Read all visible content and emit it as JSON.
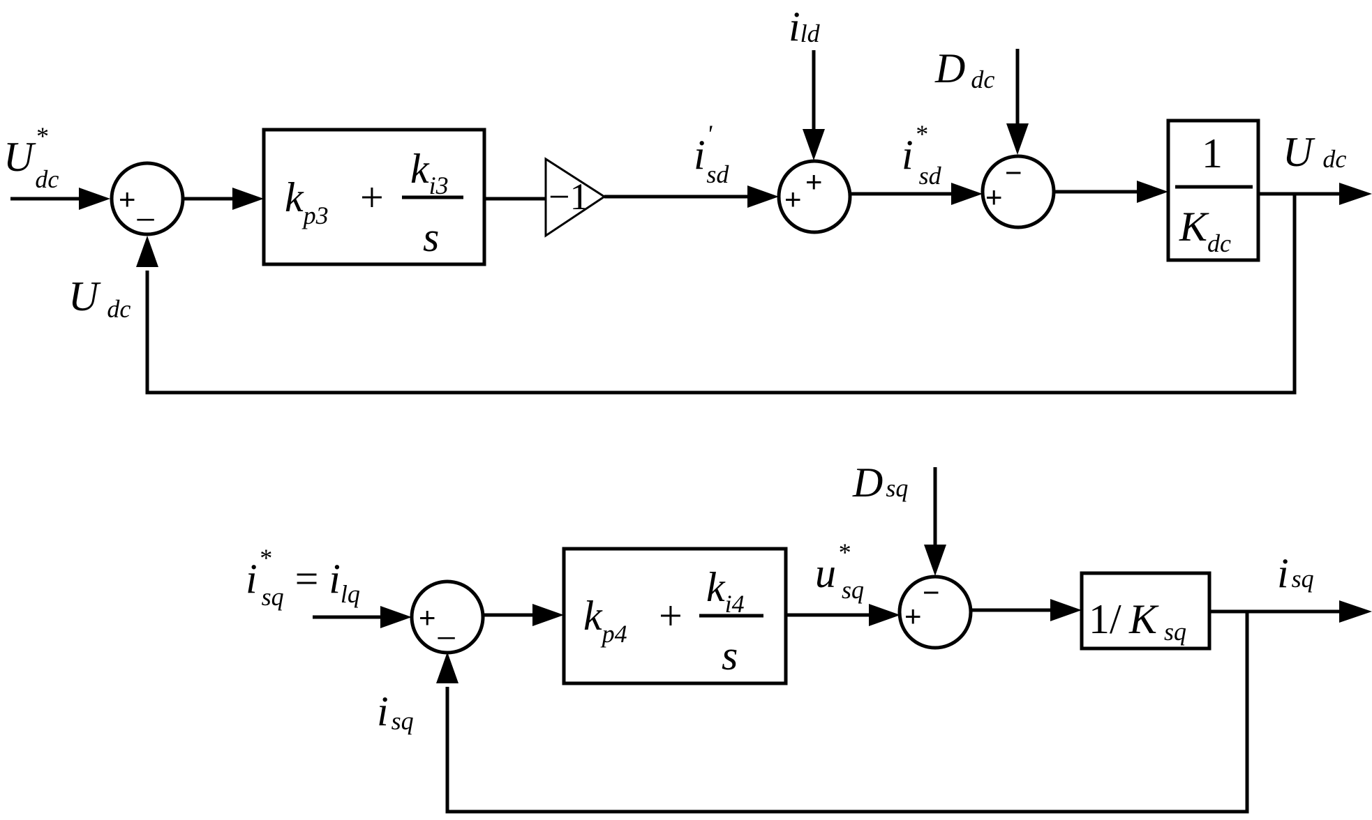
{
  "top_loop": {
    "input": {
      "main": "U",
      "sup": "*",
      "sub": "dc"
    },
    "feedback": {
      "main": "U",
      "sub": "dc"
    },
    "sum1": {
      "plus": "+",
      "minus": "_"
    },
    "controller": {
      "kp": "k",
      "kp_sub": "p3",
      "plus": "+",
      "ki": "k",
      "ki_sub": "i3",
      "den": "s"
    },
    "gain": "−1",
    "isd_prime": {
      "main": "i",
      "sup": "'",
      "sub": "sd"
    },
    "ild": {
      "main": "i",
      "sub": "ld"
    },
    "sum2": {
      "top": "+",
      "left": "+"
    },
    "isd_star": {
      "main": "i",
      "sup": "*",
      "sub": "sd"
    },
    "ddc": {
      "main": "D",
      "sub": "dc"
    },
    "sum3": {
      "top": "−",
      "left": "+"
    },
    "plant": {
      "num": "1",
      "den": "K",
      "den_sub": "dc"
    },
    "output": {
      "main": "U",
      "sub": "dc"
    }
  },
  "bottom_loop": {
    "input": {
      "main": "i",
      "sup": "*",
      "sub": "sq",
      "eq": "=",
      "rhs": "i",
      "rhs_sub": "lq"
    },
    "feedback": {
      "main": "i",
      "sub": "sq"
    },
    "sum1": {
      "plus": "+",
      "minus": "_"
    },
    "controller": {
      "kp": "k",
      "kp_sub": "p4",
      "plus": "+",
      "ki": "k",
      "ki_sub": "i4",
      "den": "s"
    },
    "usq_star": {
      "main": "u",
      "sup": "*",
      "sub": "sq"
    },
    "dsq": {
      "main": "D",
      "sub": "sq"
    },
    "sum2": {
      "top": "−",
      "left": "+"
    },
    "plant": {
      "num": "1",
      "slash": "/",
      "den": "K",
      "den_sub": "sq"
    },
    "output": {
      "main": "i",
      "sub": "sq"
    }
  }
}
